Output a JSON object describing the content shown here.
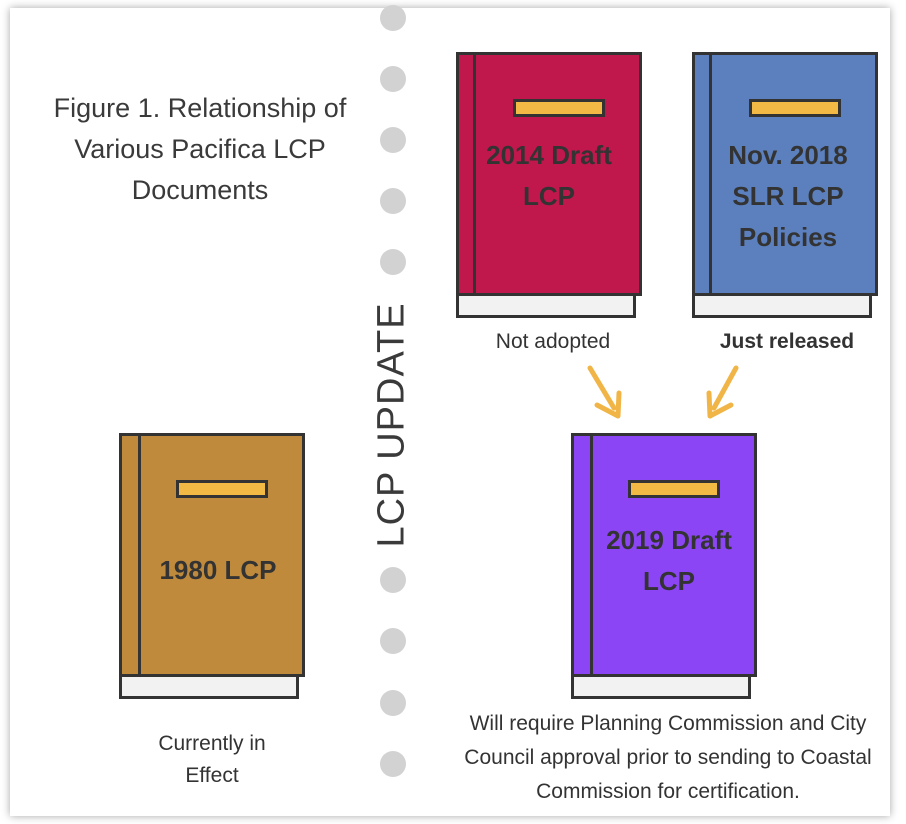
{
  "figure_title": "Figure 1. Relationship of Various Pacifica LCP Documents",
  "vertical_label": "LCP UPDATE",
  "books": [
    {
      "id": "draft-2014",
      "text": "2014 Draft LCP",
      "color": "#c0174d",
      "caption": "Not adopted",
      "caption_bold": false
    },
    {
      "id": "slr-2018",
      "text": "Nov. 2018 SLR LCP Policies",
      "color": "#5b80bd",
      "caption": "Just released",
      "caption_bold": true
    },
    {
      "id": "lcp-1980",
      "text": "1980 LCP",
      "color": "#c08a3c",
      "caption": "Currently in Effect",
      "caption_bold": false
    },
    {
      "id": "draft-2019",
      "text": "2019 Draft LCP",
      "color": "#8c45f5",
      "caption": "",
      "caption_bold": false
    }
  ],
  "note": "Will require Planning Commission and City Council approval prior to sending to Coastal Commission for certification.",
  "colors": {
    "arrow": "#f0b546",
    "dot": "#d2d2d2",
    "outline": "#333333",
    "label_bar": "#f2b945"
  }
}
